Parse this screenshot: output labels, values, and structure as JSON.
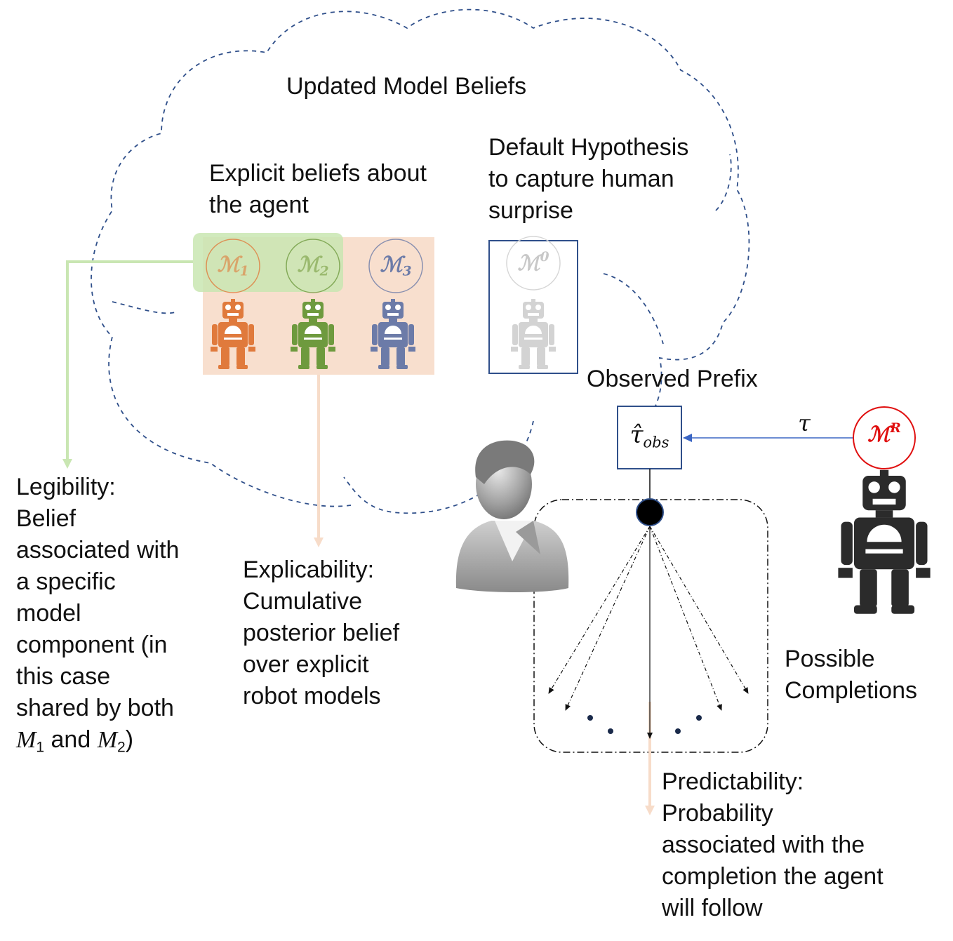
{
  "cloud": {
    "title": "Updated Model Beliefs"
  },
  "explicit_beliefs": {
    "lines": [
      "Explicit beliefs about",
      "the agent"
    ]
  },
  "default_hypothesis": {
    "lines": [
      "Default Hypothesis",
      "to capture human",
      "surprise"
    ]
  },
  "models": [
    {
      "symbol": "ℳ",
      "sub": "1",
      "color": "#e07a3c"
    },
    {
      "symbol": "ℳ",
      "sub": "2",
      "color": "#6e9a3e"
    },
    {
      "symbol": "ℳ",
      "sub": "3",
      "color": "#6c7ba8"
    }
  ],
  "default_model": {
    "symbol": "ℳ",
    "sup": "0",
    "color": "#c8c8c8"
  },
  "robot_model": {
    "symbol": "ℳ",
    "sup": "R",
    "color": "#e01010"
  },
  "observed_prefix": {
    "label": "Observed Prefix",
    "symbol": "τ̂",
    "sub": "obs"
  },
  "trajectory_symbol": "τ",
  "possible_completions": {
    "lines": [
      "Possible",
      "Completions"
    ]
  },
  "legibility": {
    "lines": [
      "Legibility:",
      "Belief",
      "associated with",
      "a specific",
      "model",
      "component (in",
      "this case"
    ],
    "shared_prefix": "shared by both",
    "m1": "M",
    "m1_sub": "1",
    "and": " and ",
    "m2": "M",
    "m2_sub": "2",
    "close": ")"
  },
  "explicability": {
    "lines": [
      "Explicability:",
      "Cumulative",
      "posterior belief",
      "over explicit",
      "robot models"
    ]
  },
  "predictability": {
    "lines": [
      "Predictability:",
      "Probability",
      "associated with the",
      "completion the agent",
      "will follow"
    ]
  },
  "colors": {
    "cloud_dash": "#2f4f8a",
    "legibility_green": "#c9e6b2",
    "explicability_peach": "#f7dcc9",
    "box_blue": "#2f4f8a",
    "robot_red": "#e01010",
    "robot_dark": "#2b2b2b",
    "robot_gray": "#d0d0d0"
  }
}
